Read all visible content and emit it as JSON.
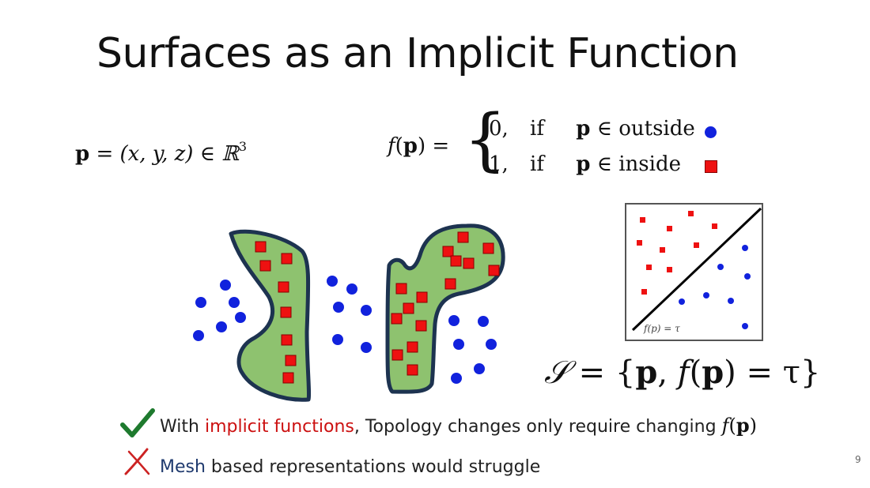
{
  "title": "Surfaces as an Implicit Function",
  "eq_point": {
    "p": "p",
    "middle": " = (x, y, z) ∈ ℝ",
    "exp": "3"
  },
  "f_def": {
    "lhs_f": "f",
    "lhs_p": "p",
    "lhs_eq": "=",
    "case1": {
      "val": "0,",
      "if": "if",
      "p": "p",
      "cond": "∈ outside"
    },
    "case2": {
      "val": "1,",
      "if": "if",
      "p": "p",
      "cond": "∈ inside"
    }
  },
  "inset": {
    "label": "f(p) = τ"
  },
  "surface_eq": {
    "S": "𝒮",
    "body": " = {",
    "p": "p",
    "comma": ",  ",
    "f": "f",
    "fp": "p",
    "rest": ") = τ}"
  },
  "bullets": {
    "check": {
      "prefix": "With ",
      "highlight": "implicit functions",
      "rest": ", Topology changes only require changing ",
      "math_f": "f",
      "math_p": "p"
    },
    "cross": {
      "highlight": "Mesh",
      "rest": " based representations would struggle"
    }
  },
  "page_number": "9",
  "colors": {
    "blob_fill": "#8ec26f",
    "blob_stroke": "#1d3350",
    "dot_blue": "#1122dd",
    "square_red": "#ee1111",
    "check_green": "#1e7a2e",
    "cross_red": "#cc2222",
    "highlight_red": "#cc1111",
    "highlight_blue": "#1f3a6e"
  },
  "icons": [
    "check-icon",
    "cross-icon",
    "blue-dot-icon",
    "red-square-icon"
  ]
}
